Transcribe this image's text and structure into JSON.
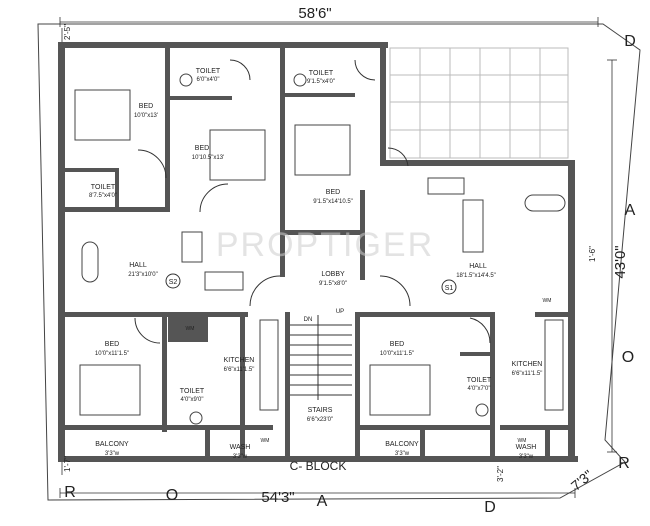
{
  "dimensions": {
    "top": "58'6\"",
    "bottom": "54'3\"",
    "right": "43'0\"",
    "corner": "7'3\"",
    "top_left_small": "2'-5\"",
    "bottom_left_small": "1'-7\"",
    "bottom_right_small": "3'-2\"",
    "right_small": "1'-6\""
  },
  "road_letters": {
    "top_right": "D",
    "right_a": "A",
    "right_o": "O",
    "right_r": "R",
    "bottom_r": "R",
    "bottom_o": "O",
    "bottom_a": "A",
    "bottom_d": "D"
  },
  "block_label": "C- BLOCK",
  "watermark": "PROPTIGER",
  "markers": {
    "s1": "S1",
    "s2": "S2"
  },
  "stairs": {
    "dn": "DN",
    "up": "UP"
  },
  "rooms": {
    "bed_tl": {
      "name": "BED",
      "size": "10'0\"x13'"
    },
    "toilet_top1": {
      "name": "TOILET",
      "size": "6'0\"x4'0\""
    },
    "toilet_top2": {
      "name": "TOILET",
      "size": "9'1.5\"x4'0\""
    },
    "bed_tc": {
      "name": "BED",
      "size": "10'10.5\"x13'"
    },
    "bed_tr": {
      "name": "BED",
      "size": "9'1.5\"x14'10.5\""
    },
    "toilet_left": {
      "name": "TOILET",
      "size": "8'7.5\"x4'0\""
    },
    "hall_left": {
      "name": "HALL",
      "size": "21'3\"x10'0\""
    },
    "lobby": {
      "name": "LOBBY",
      "size": "9'1.5\"x8'0\""
    },
    "hall_right": {
      "name": "HALL",
      "size": "18'1.5\"x14'4.5\""
    },
    "bed_bl": {
      "name": "BED",
      "size": "10'0\"x11'1.5\""
    },
    "toilet_bl": {
      "name": "TOILET",
      "size": "4'0\"x9'0\""
    },
    "kitchen_l": {
      "name": "KITCHEN",
      "size": "6'6\"x11'1.5\""
    },
    "stairs": {
      "name": "STAIRS",
      "size": "6'6\"x23'0\""
    },
    "bed_br": {
      "name": "BED",
      "size": "10'0\"x11'1.5\""
    },
    "toilet_br": {
      "name": "TOILET",
      "size": "4'0\"x7'0\""
    },
    "kitchen_r": {
      "name": "KITCHEN",
      "size": "6'6\"x11'1.5\""
    },
    "balcony_l": {
      "name": "BALCONY",
      "size": "3'3\"w"
    },
    "wash_l": {
      "name": "WASH",
      "size": "3'3\"w"
    },
    "balcony_r": {
      "name": "BALCONY",
      "size": "3'3\"w"
    },
    "wash_r": {
      "name": "WASH",
      "size": "3'3\"w"
    }
  },
  "fixtures": {
    "wm": "WM"
  }
}
